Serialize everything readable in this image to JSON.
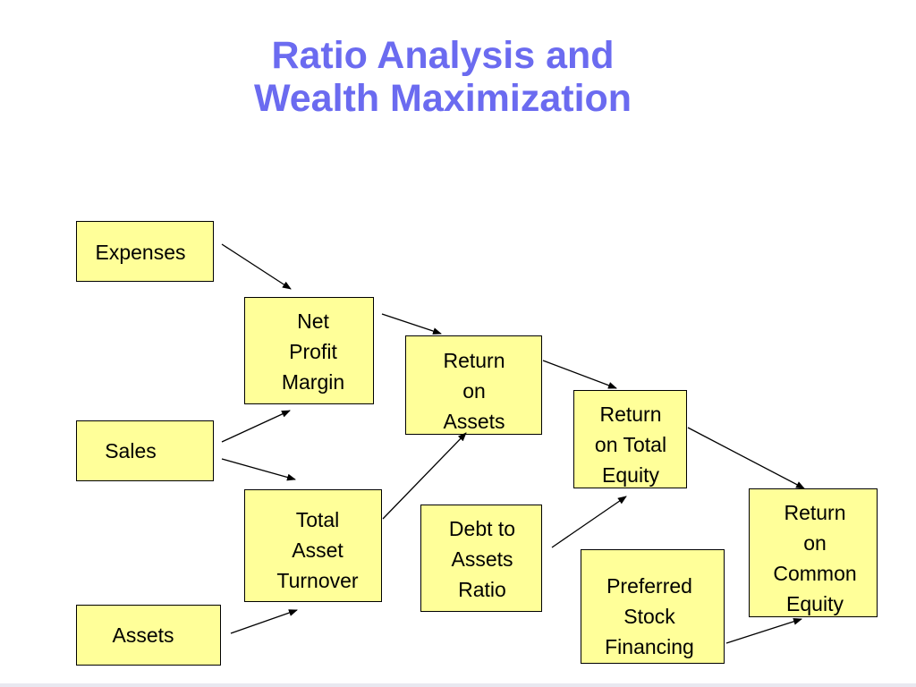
{
  "title": {
    "line1": "Ratio Analysis and",
    "line2": "Wealth Maximization"
  },
  "colors": {
    "title": "#6b6bf0",
    "box_fill": "#ffff99",
    "box_border": "#000000",
    "arrow": "#000000"
  },
  "nodes": {
    "expenses": "Expenses",
    "sales": "Sales",
    "assets": "Assets",
    "net_profit_margin": "Net\nProfit\nMargin",
    "total_asset_turnover": "Total\nAsset\nTurnover",
    "return_on_assets": "Return\non\nAssets",
    "debt_to_assets_ratio": "Debt to\nAssets\nRatio",
    "return_on_total_equity": "Return\non Total\nEquity",
    "preferred_stock_financing": "Preferred\nStock\nFinancing",
    "return_on_common_equity": "Return\non\nCommon\nEquity"
  },
  "edges": [
    {
      "from": "expenses",
      "to": "net_profit_margin"
    },
    {
      "from": "sales",
      "to": "net_profit_margin"
    },
    {
      "from": "sales",
      "to": "total_asset_turnover"
    },
    {
      "from": "assets",
      "to": "total_asset_turnover"
    },
    {
      "from": "net_profit_margin",
      "to": "return_on_assets"
    },
    {
      "from": "total_asset_turnover",
      "to": "return_on_assets"
    },
    {
      "from": "return_on_assets",
      "to": "return_on_total_equity"
    },
    {
      "from": "debt_to_assets_ratio",
      "to": "return_on_total_equity"
    },
    {
      "from": "return_on_total_equity",
      "to": "return_on_common_equity"
    },
    {
      "from": "preferred_stock_financing",
      "to": "return_on_common_equity"
    }
  ]
}
